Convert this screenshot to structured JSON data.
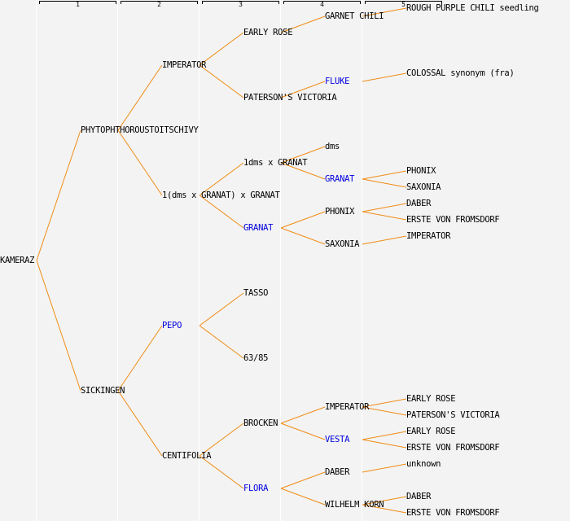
{
  "colors": {
    "background": "#f3f3f3",
    "edge": "#f08c14",
    "highlight": "#0000dd",
    "text": "#000000"
  },
  "generations": [
    "1",
    "2",
    "3",
    "4",
    "5"
  ],
  "tree": {
    "label": "KAMERAZ",
    "col": 0,
    "row": 320,
    "children": [
      {
        "label": "PHYTOPHTHOROUSTOITSCHIVY",
        "col": 1,
        "row": 160,
        "children": [
          {
            "label": "IMPERATOR",
            "col": 2,
            "row": 80,
            "children": [
              {
                "label": "EARLY ROSE",
                "col": 3,
                "row": 40,
                "children": [
                  {
                    "label": "GARNET CHILI",
                    "col": 4,
                    "row": 20,
                    "children": [
                      {
                        "label": "ROUGH PURPLE CHILI seedling",
                        "col": 5,
                        "row": 10
                      }
                    ]
                  }
                ]
              },
              {
                "label": "PATERSON'S VICTORIA",
                "col": 3,
                "row": 120,
                "children": [
                  {
                    "label": "FLUKE",
                    "col": 4,
                    "row": 100,
                    "highlight": true,
                    "children": [
                      {
                        "label": "COLOSSAL synonym (fra)",
                        "col": 5,
                        "row": 90
                      }
                    ]
                  }
                ]
              }
            ]
          },
          {
            "label": "1(dms x GRANAT) x GRANAT",
            "col": 2,
            "row": 240,
            "children": [
              {
                "label": "1dms x GRANAT",
                "col": 3,
                "row": 200,
                "children": [
                  {
                    "label": "dms",
                    "col": 4,
                    "row": 180
                  },
                  {
                    "label": "GRANAT",
                    "col": 4,
                    "row": 220,
                    "highlight": true,
                    "children": [
                      {
                        "label": "PHONIX",
                        "col": 5,
                        "row": 210
                      },
                      {
                        "label": "SAXONIA",
                        "col": 5,
                        "row": 230
                      }
                    ]
                  }
                ]
              },
              {
                "label": "GRANAT",
                "col": 3,
                "row": 280,
                "highlight": true,
                "children": [
                  {
                    "label": "PHONIX",
                    "col": 4,
                    "row": 260,
                    "children": [
                      {
                        "label": "DABER",
                        "col": 5,
                        "row": 250
                      },
                      {
                        "label": "ERSTE VON FROMSDORF",
                        "col": 5,
                        "row": 270
                      }
                    ]
                  },
                  {
                    "label": "SAXONIA",
                    "col": 4,
                    "row": 300,
                    "children": [
                      {
                        "label": "IMPERATOR",
                        "col": 5,
                        "row": 290
                      }
                    ]
                  }
                ]
              }
            ]
          }
        ]
      },
      {
        "label": "SICKINGEN",
        "col": 1,
        "row": 480,
        "children": [
          {
            "label": "PEPO",
            "col": 2,
            "row": 400,
            "highlight": true,
            "children": [
              {
                "label": "TASSO",
                "col": 3,
                "row": 360
              },
              {
                "label": "63/85",
                "col": 3,
                "row": 440
              }
            ]
          },
          {
            "label": "CENTIFOLIA",
            "col": 2,
            "row": 560,
            "children": [
              {
                "label": "BROCKEN",
                "col": 3,
                "row": 520,
                "children": [
                  {
                    "label": "IMPERATOR",
                    "col": 4,
                    "row": 500,
                    "children": [
                      {
                        "label": "EARLY ROSE",
                        "col": 5,
                        "row": 490
                      },
                      {
                        "label": "PATERSON'S VICTORIA",
                        "col": 5,
                        "row": 510
                      }
                    ]
                  },
                  {
                    "label": "VESTA",
                    "col": 4,
                    "row": 540,
                    "highlight": true,
                    "children": [
                      {
                        "label": "EARLY ROSE",
                        "col": 5,
                        "row": 530
                      },
                      {
                        "label": "ERSTE VON FROMSDORF",
                        "col": 5,
                        "row": 550
                      }
                    ]
                  }
                ]
              },
              {
                "label": "FLORA",
                "col": 3,
                "row": 600,
                "highlight": true,
                "children": [
                  {
                    "label": "DABER",
                    "col": 4,
                    "row": 580,
                    "children": [
                      {
                        "label": "unknown",
                        "col": 5,
                        "row": 570
                      }
                    ]
                  },
                  {
                    "label": "WILHELM KORN",
                    "col": 4,
                    "row": 620,
                    "children": [
                      {
                        "label": "DABER",
                        "col": 5,
                        "row": 610
                      },
                      {
                        "label": "ERSTE VON FROMSDORF",
                        "col": 5,
                        "row": 630
                      }
                    ]
                  }
                ]
              }
            ]
          }
        ]
      }
    ]
  }
}
